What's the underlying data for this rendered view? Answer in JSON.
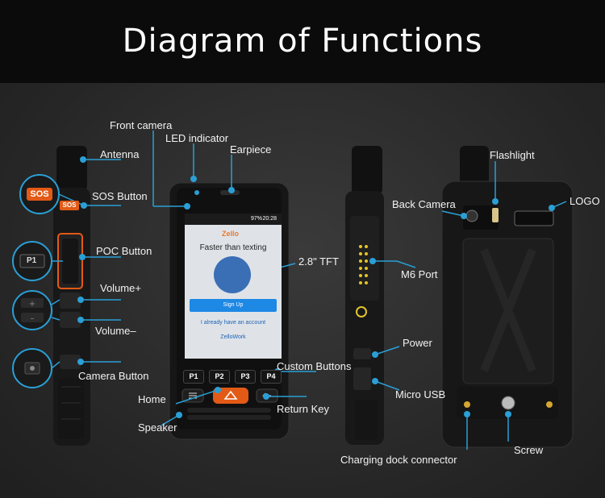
{
  "header": {
    "title": "Diagram of Functions"
  },
  "labels": {
    "front_camera": "Front camera",
    "led_indicator": "LED indicator",
    "earpiece": "Earpiece",
    "antenna": "Antenna",
    "sos_button": "SOS Button",
    "poc_button": "POC Button",
    "volume_up": "Volume+",
    "volume_down": "Volume–",
    "camera_button": "Camera Button",
    "home": "Home",
    "speaker": "Speaker",
    "tft": "2.8\" TFT",
    "custom_buttons": "Custom Buttons",
    "return_key": "Return Key",
    "flashlight": "Flashlight",
    "back_camera": "Back Camera",
    "logo": "LOGO",
    "m6_port": "M6 Port",
    "power": "Power",
    "micro_usb": "Micro USB",
    "charging_dock": "Charging dock connector",
    "screw": "Screw"
  },
  "screen": {
    "battery": "97%",
    "time": "20:28",
    "app_logo": "Zello",
    "tagline": "Faster than texting",
    "signup": "Sign Up",
    "have_account": "I already have an account",
    "work": "ZelloWork"
  },
  "keys": {
    "p1": "P1",
    "p2": "P2",
    "p3": "P3",
    "p4": "P4",
    "sos": "SOS",
    "side_p1": "P1"
  },
  "colors": {
    "accent": "#2a9fd6",
    "orange": "#e25a16",
    "background": "#2b2b2b"
  }
}
